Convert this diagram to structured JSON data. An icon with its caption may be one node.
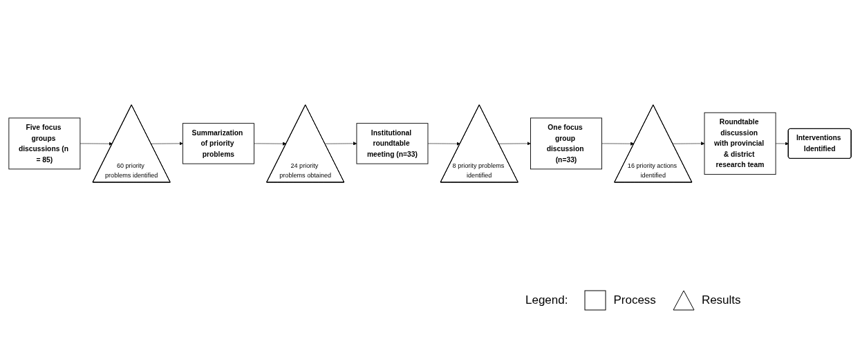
{
  "diagram": {
    "nodes": [
      {
        "text": [
          "Five focus groups discussions (n = 85)"
        ]
      },
      {
        "text": [
          "60 priority problems identified"
        ]
      },
      {
        "text": [
          "Summarization of priority problems"
        ]
      },
      {
        "text": [
          "24 priority problems obtained"
        ]
      },
      {
        "text": [
          "Institutional roundtable meeting (n=33)"
        ]
      },
      {
        "text": [
          "8 priority problems identified"
        ]
      },
      {
        "text": [
          "One focus group discussion (n=33)"
        ]
      },
      {
        "text": [
          "16 priority actions identified"
        ]
      },
      {
        "text": [
          "Roundtable discussion with provincial & district research team"
        ]
      },
      {
        "text": [
          "Interventions Identified"
        ]
      }
    ],
    "edges": [
      {
        "from": 0,
        "to": 1,
        "arrow": "to"
      },
      {
        "from": 1,
        "to": 2,
        "arrow": "to"
      },
      {
        "from": 2,
        "to": 3,
        "arrow": "to"
      },
      {
        "from": 3,
        "to": 4,
        "arrow": "to"
      },
      {
        "from": 4,
        "to": 5,
        "arrow": "to"
      },
      {
        "from": 5,
        "to": 6,
        "arrow": "to"
      },
      {
        "from": 6,
        "to": 7,
        "arrow": "to"
      },
      {
        "from": 7,
        "to": 8,
        "arrow": "to"
      },
      {
        "from": 8,
        "to": 9,
        "arrow": "to"
      }
    ],
    "labels": [
      "Legend:"
    ],
    "legend": [
      {
        "text": "Process"
      },
      {
        "text": "Results"
      }
    ]
  }
}
